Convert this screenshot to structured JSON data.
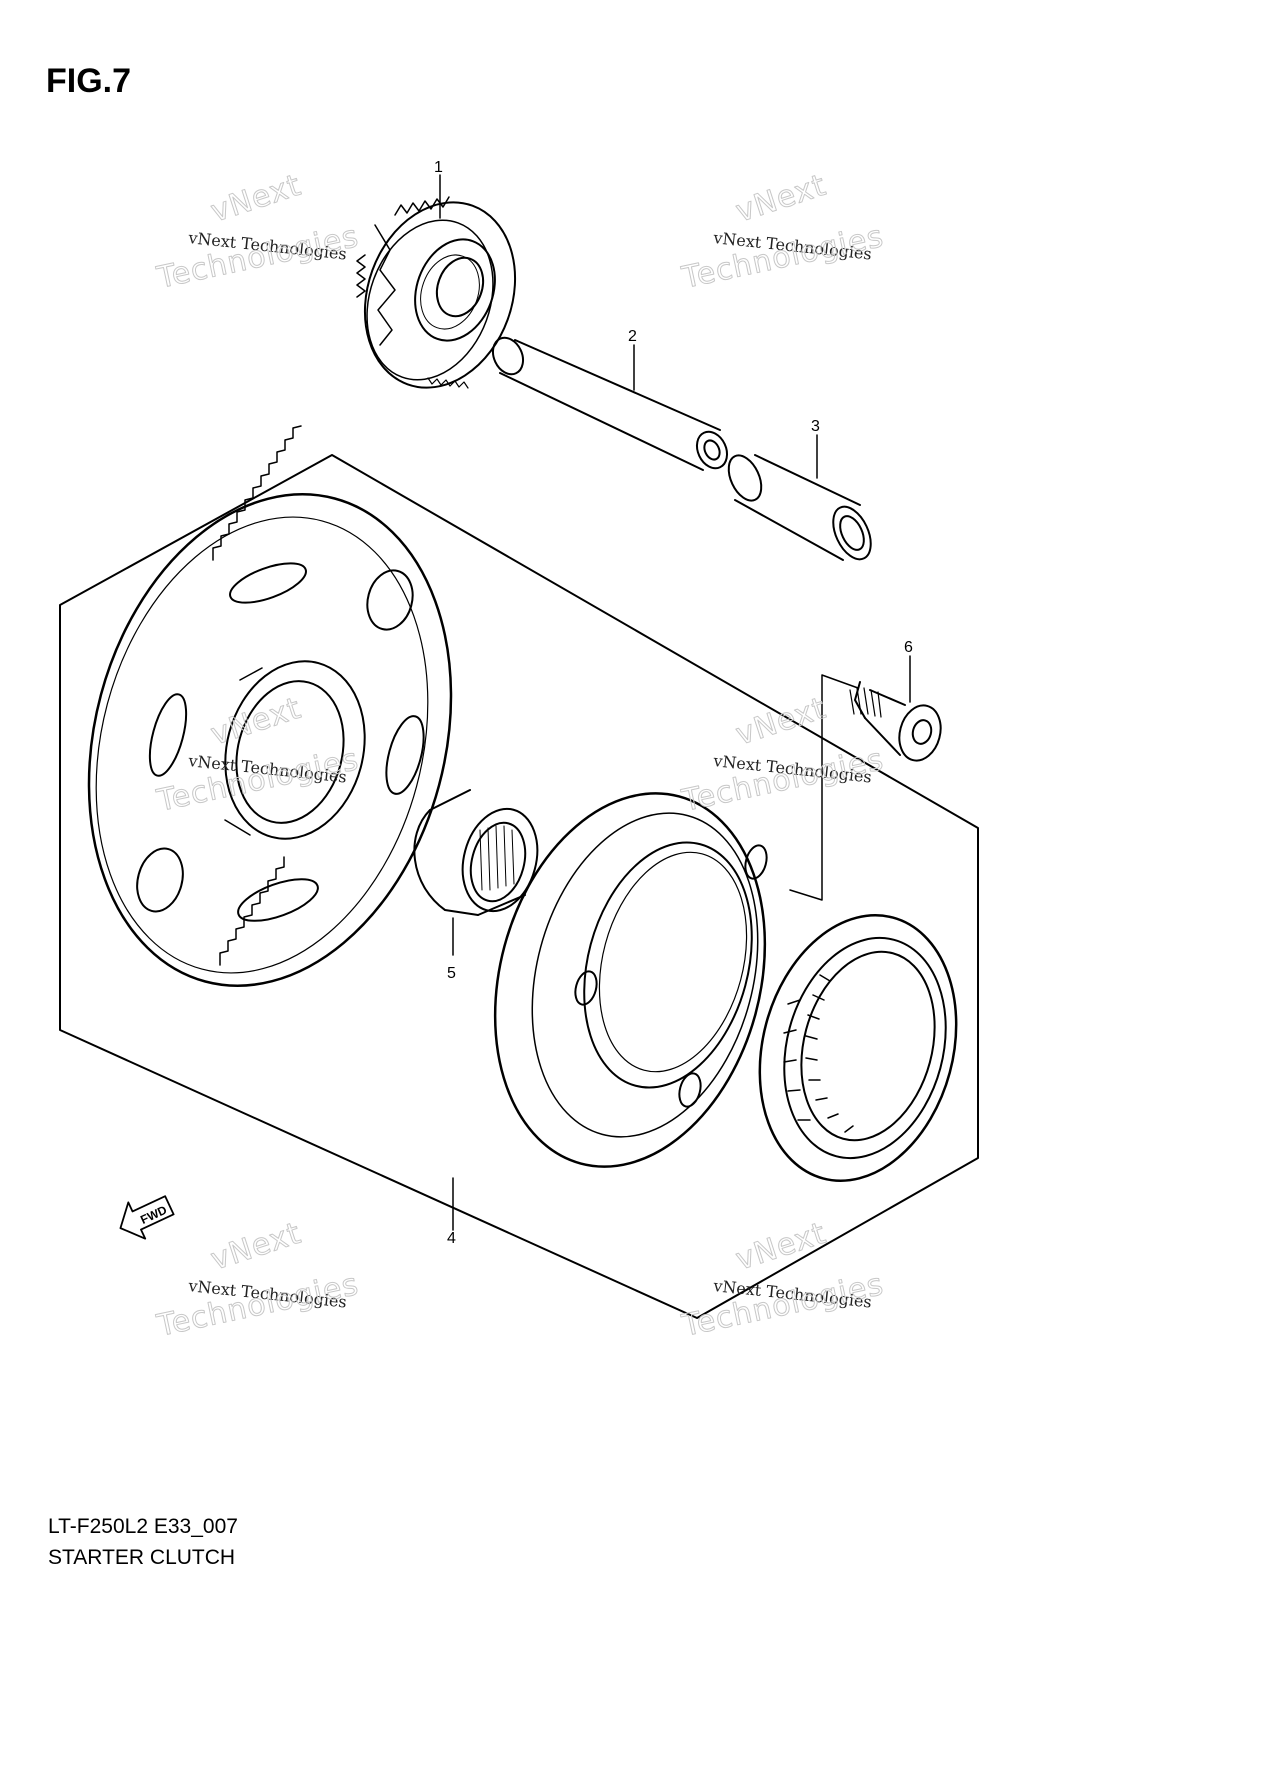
{
  "figure": {
    "title": "FIG.7",
    "model_code": "LT-F250L2 E33_007",
    "caption": "STARTER CLUTCH"
  },
  "callouts": [
    "1",
    "2",
    "3",
    "4",
    "5",
    "6"
  ],
  "fwd_label": "FWD",
  "watermark": {
    "line1": "vNext Technologies",
    "line2": "vNext",
    "line3": "Technologies"
  }
}
